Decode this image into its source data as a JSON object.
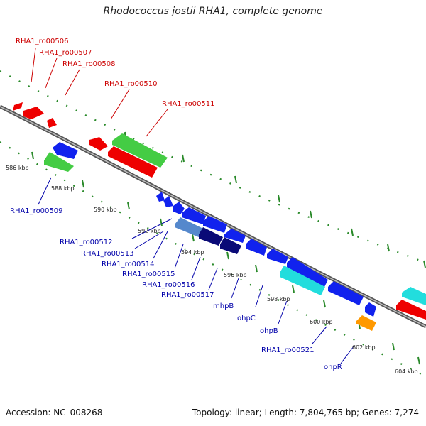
{
  "title": "Rhodococcus jostii RHA1, complete genome",
  "footer": {
    "accession": "Accession: NC_008268",
    "summary": "Topology: linear; Length: 7,804,765 bp; Genes: 7,274"
  },
  "colors": {
    "forward_label": "#cc0000",
    "reverse_label": "#0000aa",
    "backbone": "#777777",
    "tick": "#2a8a2a"
  },
  "ticks": [
    "586 kbp",
    "588 kbp",
    "590 kbp",
    "592 kbp",
    "594 kbp",
    "596 kbp",
    "598 kbp",
    "600 kbp",
    "602 kbp",
    "604 kbp"
  ],
  "forward_labels": [
    "RHA1_ro00506",
    "RHA1_ro00507",
    "RHA1_ro00508",
    "RHA1_ro00510",
    "RHA1_ro00511"
  ],
  "reverse_labels": [
    "RHA1_ro00509",
    "RHA1_ro00512",
    "RHA1_ro00513",
    "RHA1_ro00514",
    "RHA1_ro00515",
    "RHA1_ro00516",
    "RHA1_ro00517",
    "mhpB",
    "ohpC",
    "ohpB",
    "RHA1_ro00521",
    "ohpR"
  ]
}
